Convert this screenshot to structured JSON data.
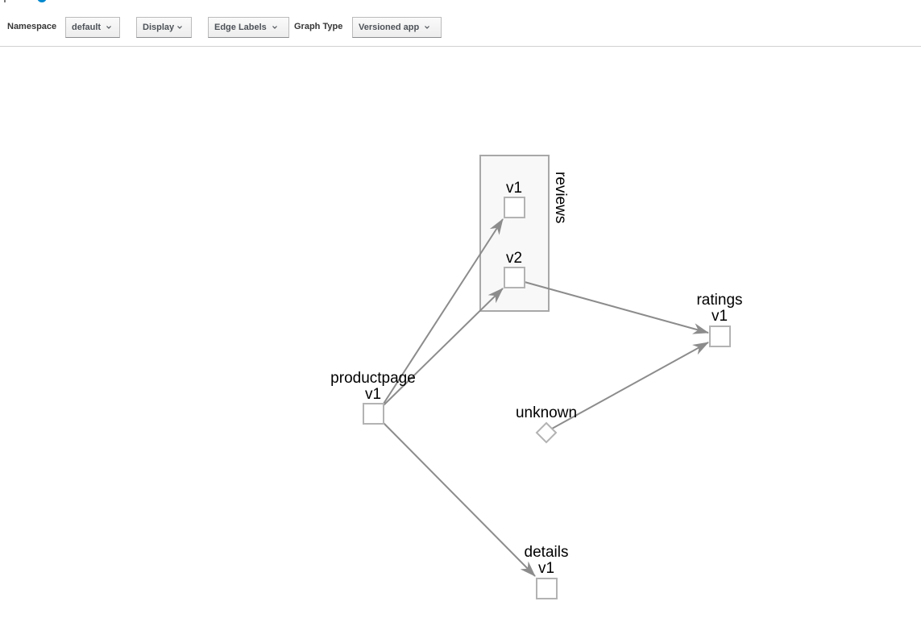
{
  "toolbar": {
    "namespace_label": "Namespace",
    "namespace_value": "default",
    "display_label": "Display",
    "edge_labels_label": "Edge Labels",
    "graph_type_label": "Graph Type",
    "graph_type_value": "Versioned app"
  },
  "graph": {
    "group": {
      "name": "reviews",
      "nodes": [
        {
          "version": "v1"
        },
        {
          "version": "v2"
        }
      ]
    },
    "nodes": {
      "productpage": {
        "name": "productpage",
        "version": "v1",
        "shape": "square"
      },
      "ratings": {
        "name": "ratings",
        "version": "v1",
        "shape": "square"
      },
      "details": {
        "name": "details",
        "version": "v1",
        "shape": "square"
      },
      "unknown": {
        "name": "unknown",
        "shape": "diamond"
      }
    },
    "edges": [
      {
        "from": "productpage v1",
        "to": "reviews v1"
      },
      {
        "from": "productpage v1",
        "to": "reviews v2"
      },
      {
        "from": "productpage v1",
        "to": "details v1"
      },
      {
        "from": "reviews v2",
        "to": "ratings v1"
      },
      {
        "from": "unknown",
        "to": "ratings v1"
      }
    ],
    "colors": {
      "edge": "#8c8c8c",
      "node_border": "#b3b3b3",
      "group_fill": "#f8f8f8",
      "group_border": "#a8a8a8"
    }
  }
}
